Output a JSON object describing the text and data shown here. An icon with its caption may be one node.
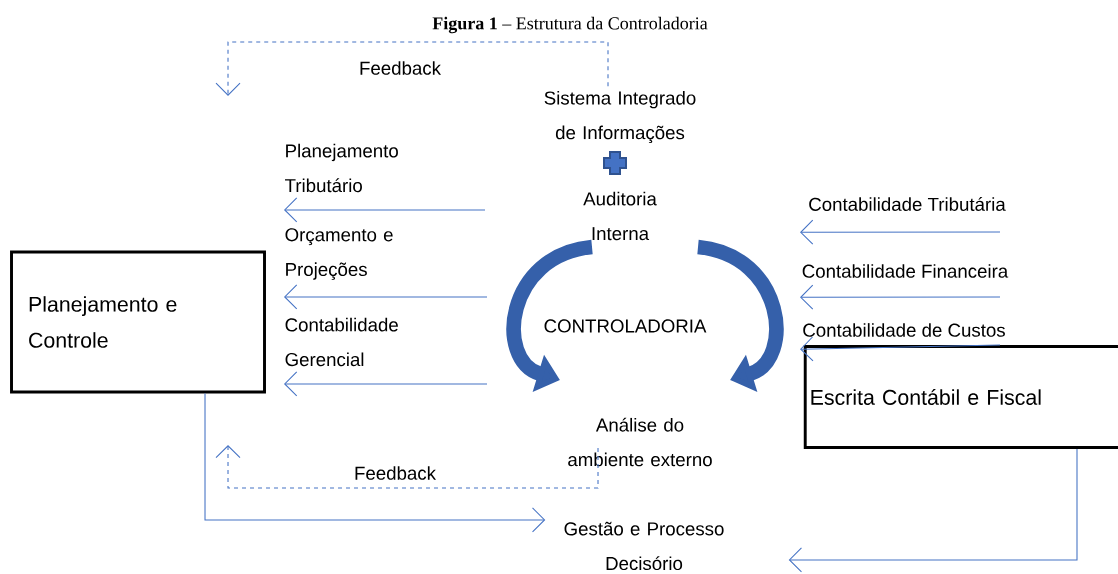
{
  "diagram": {
    "title": "**Figura 1** – Estrutura da Controladoria",
    "nodes": [
      {
        "text": [
          "Planejamento e Controle"
        ]
      },
      {
        "text": [
          "Escrita Contábil e Fiscal"
        ]
      },
      {
        "text": [
          "Sistema Integrado de Informações"
        ]
      },
      {
        "text": [
          "Auditoria Interna"
        ]
      },
      {
        "text": [
          "CONTROLADORIA"
        ]
      },
      {
        "text": [
          "Análise do ambiente externo"
        ]
      },
      {
        "text": [
          "Gestão e Processo Decisório"
        ]
      },
      {
        "text": [
          "Contabilidade Tributária"
        ]
      },
      {
        "text": [
          "Contabilidade Financeira"
        ]
      },
      {
        "text": [
          "Contabilidade de Custos"
        ]
      }
    ],
    "edges": [
      {
        "from": 2,
        "to": null,
        "arrow": "to",
        "label": "Feedback",
        "style": "dashed"
      },
      {
        "from": 5,
        "to": null,
        "arrow": "to",
        "label": "Feedback",
        "style": "dashed"
      },
      {
        "from": null,
        "to": 0,
        "arrow": "to",
        "label": "Planejamento Tributário"
      },
      {
        "from": null,
        "to": 0,
        "arrow": "to",
        "label": "Orçamento e Projeções"
      },
      {
        "from": null,
        "to": 0,
        "arrow": "to",
        "label": "Contabilidade Gerencial"
      },
      {
        "from": null,
        "to": 7,
        "arrow": "to"
      },
      {
        "from": null,
        "to": 8,
        "arrow": "to"
      },
      {
        "from": 1,
        "to": 9,
        "arrow": "to"
      },
      {
        "from": 0,
        "to": 6,
        "arrow": "to"
      },
      {
        "from": 1,
        "to": 6,
        "arrow": "to"
      }
    ]
  }
}
